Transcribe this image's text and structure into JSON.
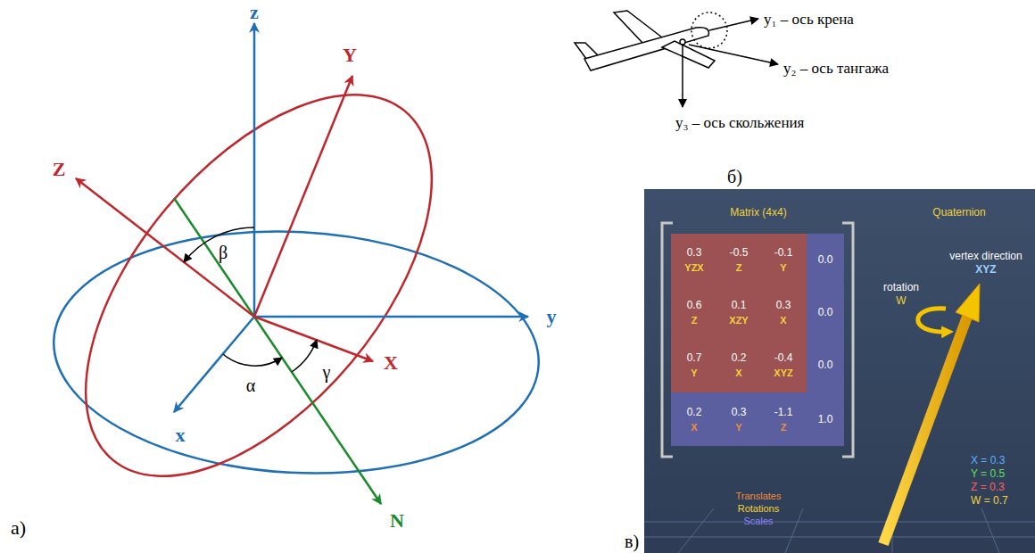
{
  "diagram": {
    "labels": [
      "а)",
      "z",
      "Z",
      "Y",
      "y",
      "X",
      "x",
      "N",
      "β",
      "α",
      "γ",
      "y₁ – ось крена",
      "y₂ – ось тангажа",
      "y₃ – ось скольжения",
      "б)",
      "Matrix (4x4)",
      "Quaternion",
      "0.3",
      "YZX",
      "-0.5",
      "Z",
      "-0.1",
      "Y",
      "0.0",
      "0.6",
      "Z",
      "0.1",
      "XZY",
      "0.3",
      "X",
      "0.0",
      "0.7",
      "Y",
      "0.2",
      "X",
      "-0.4",
      "XYZ",
      "0.0",
      "0.2",
      "X",
      "0.3",
      "Y",
      "-1.1",
      "Z",
      "1.0",
      "Translates",
      "Rotations",
      "Scales",
      "vertex direction",
      "XYZ",
      "rotation",
      "W",
      "X = 0.3",
      "Y = 0.5",
      "Z = 0.3",
      "W = 0.7",
      "в)"
    ]
  }
}
